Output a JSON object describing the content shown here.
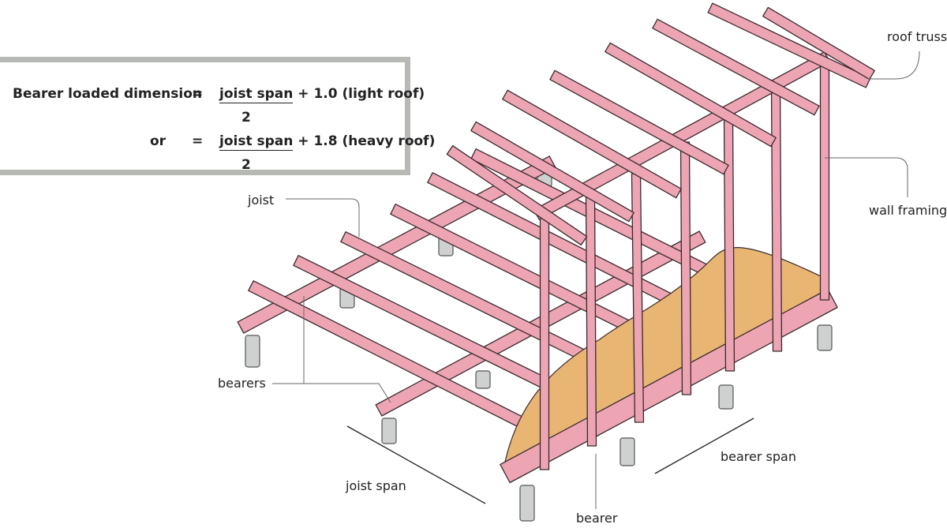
{
  "formula": {
    "label": "Bearer loaded dimension",
    "equals": "=",
    "joist_span_text": "joist span",
    "term_light": " + 1.0 (light roof)",
    "denominator": "2",
    "or_text": "or",
    "term_heavy": " + 1.8 (heavy roof)"
  },
  "labels": {
    "roof_truss": "roof truss",
    "wall_framing": "wall framing",
    "joist": "joist",
    "bearers": "bearers",
    "joist_span": "joist span",
    "bearer_span": "bearer span",
    "bearer": "bearer"
  },
  "colors": {
    "timber": "#eda5b4",
    "timber_outline": "#3a2a2e",
    "flooring": "#e8b572",
    "pier": "#cfd0d0",
    "box_border": "#b7b9b5"
  }
}
